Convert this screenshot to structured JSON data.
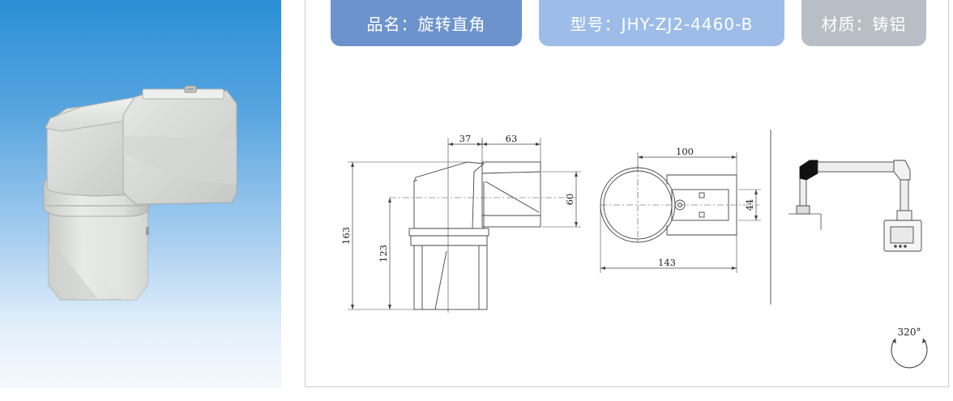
{
  "tags": {
    "product_name": "品名：旋转直角",
    "model": "型号：JHY-ZJ2-4460-B",
    "material": "材质：铸铝"
  },
  "dimensions": {
    "side_top_left": "37",
    "side_top_right": "63",
    "side_height_total": "163",
    "side_height_lower": "123",
    "side_arm_height": "60",
    "top_width": "100",
    "top_length": "143",
    "top_arm_height": "44",
    "rotation": "320°"
  },
  "colors": {
    "photo_gradient_top": "#2a8fd6",
    "tag_name_bg": "#6d93cd",
    "tag_model_bg": "#9dbde8",
    "tag_material_bg": "#b8bec6"
  }
}
